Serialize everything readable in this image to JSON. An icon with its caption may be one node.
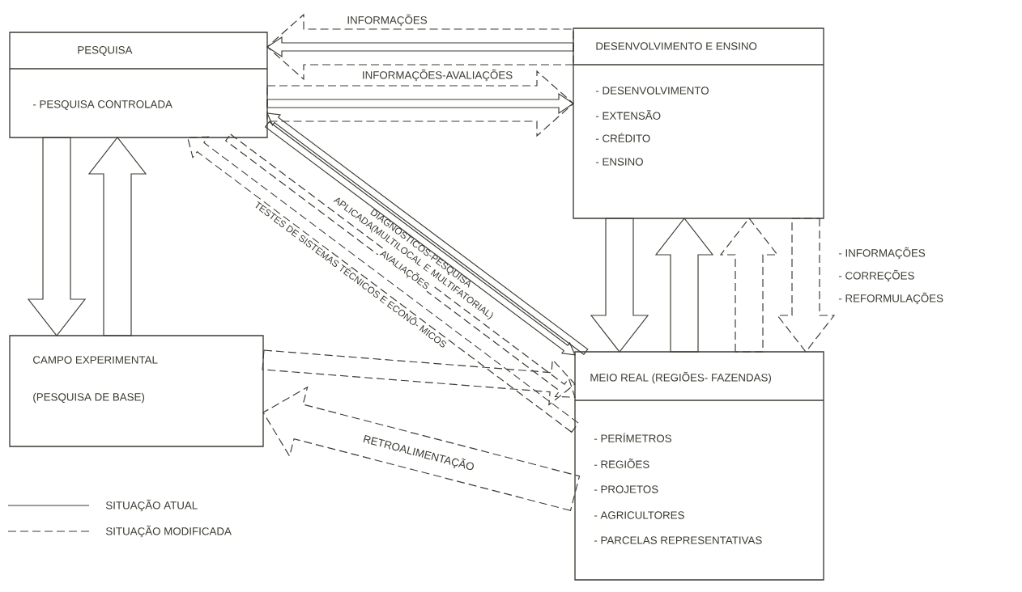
{
  "diagram": {
    "nodes": [
      {
        "text": [
          "PESQUISA",
          "- PESQUISA CONTROLADA"
        ]
      },
      {
        "text": [
          "DESENVOLVIMENTO E ENSINO",
          "- DESENVOLVIMENTO",
          "- EXTENSÃO",
          "- CRÉDITO",
          "- ENSINO"
        ]
      },
      {
        "text": [
          "CAMPO EXPERIMENTAL",
          "(PESQUISA DE BASE)"
        ]
      },
      {
        "text": [
          "MEIO REAL (REGIÕES- FAZENDAS)",
          "- PERÍMETROS",
          "- REGIÕES",
          "- PROJETOS",
          "- AGRICULTORES",
          "- PARCELAS REPRESENTATIVAS"
        ]
      }
    ],
    "edges": [
      {
        "from": 1,
        "to": 0,
        "arrow": "to"
      },
      {
        "from": 1,
        "to": 0,
        "arrow": "to",
        "style": "dashed",
        "label": "INFORMAÇÕES"
      },
      {
        "from": 0,
        "to": 1,
        "arrow": "to"
      },
      {
        "from": 0,
        "to": 1,
        "arrow": "to",
        "style": "dashed",
        "label": "INFORMAÇÕES-AVALIAÇÕES"
      },
      {
        "from": 0,
        "to": 2,
        "arrow": "to"
      },
      {
        "from": 2,
        "to": 0,
        "arrow": "to"
      },
      {
        "from": 1,
        "to": 3,
        "arrow": "to"
      },
      {
        "from": 3,
        "to": 1,
        "arrow": "to"
      },
      {
        "from": 3,
        "to": 1,
        "arrow": "to",
        "style": "dashed"
      },
      {
        "from": 1,
        "to": 3,
        "arrow": "to",
        "style": "dashed"
      },
      {
        "from": 3,
        "to": 0,
        "arrow": "to"
      },
      {
        "from": 0,
        "to": 3,
        "arrow": "to",
        "label": "DIAGNOSTICOS-PESQUISA APLICADA(MULTILOCAL E MULTIFATORIAL)"
      },
      {
        "from": 0,
        "to": 3,
        "arrow": "to",
        "style": "dashed",
        "label": "AVALIAÇÕES"
      },
      {
        "from": 3,
        "to": 0,
        "arrow": "to",
        "style": "dashed",
        "label": "TESTES DE SISTEMAS TÉCNICOS E ECONÔ- MICOS"
      },
      {
        "from": 3,
        "to": 2,
        "arrow": "to",
        "style": "dashed",
        "label": "RETROALIMENTAÇÃO"
      },
      {
        "from": 2,
        "to": 3,
        "arrow": "to",
        "style": "dashed"
      }
    ],
    "labels": [
      "- INFORMAÇÕES",
      "- CORREÇÕES",
      "- REFORMULAÇÕES"
    ],
    "legend": [
      {
        "text": "SITUAÇÃO ATUAL"
      },
      {
        "text": "SITUAÇÃO MODIFICADA"
      }
    ]
  }
}
